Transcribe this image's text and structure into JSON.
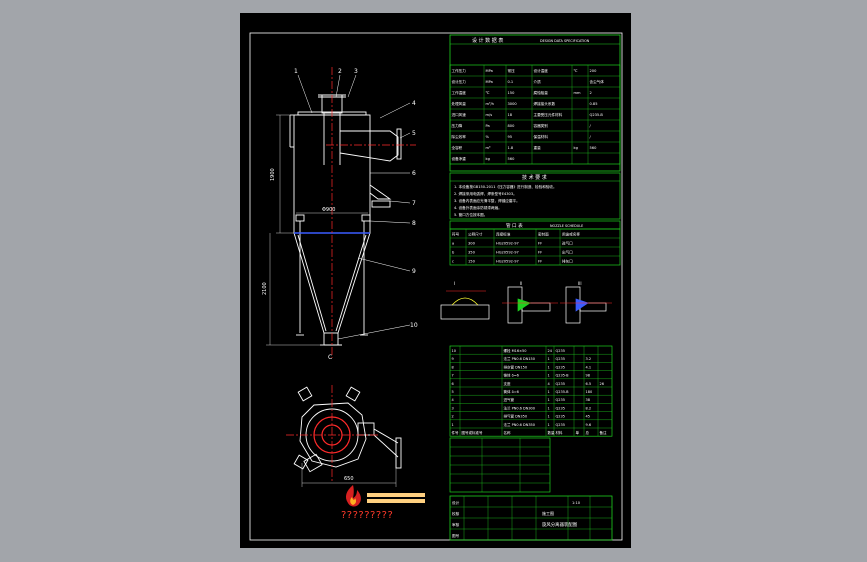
{
  "colors": {
    "background": "#a2a5aa",
    "sheet": "#000000",
    "table_lines": "#1fd11f",
    "drawing_lines": "#ffffff",
    "center_lines": "#ff2a2a",
    "text": "#ffffff",
    "accent_yellow": "#ffff33",
    "dim_lines": "#c8c8c8"
  },
  "drawing": {
    "part_numbers": [
      "1",
      "2",
      "3",
      "4",
      "5",
      "6",
      "7",
      "8",
      "9",
      "10"
    ],
    "section_mark": "C",
    "dims": {
      "dia_body": "Φ900",
      "height_body": "1900",
      "height_cone": "2100",
      "plan_offset": "650"
    }
  },
  "tables": {
    "spec_title": "设 计 数 据 表",
    "spec_title_en": "DESIGN DATA SPECIFICATION",
    "spec_rows": [
      [
        "工作压力",
        "MPa",
        "常压",
        "设计温度",
        "℃",
        "200"
      ],
      [
        "设计压力",
        "MPa",
        "0.1",
        "介质",
        "",
        "含尘气体"
      ],
      [
        "工作温度",
        "℃",
        "150",
        "腐蚀裕量",
        "mm",
        "2"
      ],
      [
        "处理风量",
        "m³/h",
        "3000",
        "焊接接头系数",
        "",
        "0.85"
      ],
      [
        "进口风速",
        "m/s",
        "18",
        "主要受压元件材料",
        "",
        "Q235-B"
      ],
      [
        "压力降",
        "Pa",
        "800",
        "容器类别",
        "",
        "/"
      ],
      [
        "除尘效率",
        "%",
        "95",
        "保温材料",
        "",
        "/"
      ],
      [
        "全容积",
        "m³",
        "1.8",
        "重量",
        "kg",
        "560"
      ],
      [
        "设备净重",
        "kg",
        "560",
        "",
        "",
        ""
      ]
    ],
    "tech_title": "技 术 要 求",
    "tech_notes": [
      "1. 本设备按GB150-2011《压力容器》进行制造、检验和验收。",
      "2. 焊接采用电弧焊，焊条型号E4303。",
      "3. 设备内表面应光滑平整，焊缝应磨平。",
      "4. 设备外表面涂防锈漆两遍。",
      "5. 管口方位按本图。"
    ],
    "nozzle_title": "管 口 表",
    "nozzle_title_en": "NOZZLE SCHEDULE",
    "nozzle_head": [
      "符号",
      "公称尺寸",
      "连接标准",
      "密封面",
      "用途或名称"
    ],
    "nozzle_rows": [
      [
        "a",
        "300",
        "HG20592-97",
        "FF",
        "进气口"
      ],
      [
        "b",
        "350",
        "HG20592-97",
        "FF",
        "出气口"
      ],
      [
        "c",
        "150",
        "HG20592-97",
        "FF",
        "排灰口"
      ]
    ],
    "bom_rows": [
      [
        "10",
        "",
        "螺栓 M16×50",
        "24",
        "Q235",
        "",
        "",
        ""
      ],
      [
        "9",
        "",
        "法兰 PN0.6 DN150",
        "1",
        "Q235",
        "",
        "3.2",
        ""
      ],
      [
        "8",
        "",
        "排灰管 DN150",
        "1",
        "Q235",
        "",
        "4.1",
        ""
      ],
      [
        "7",
        "",
        "锥体 δ=6",
        "1",
        "Q235-B",
        "",
        "98",
        ""
      ],
      [
        "6",
        "",
        "支座",
        "4",
        "Q235",
        "",
        "6.5",
        "26"
      ],
      [
        "5",
        "",
        "筒体 δ=6",
        "1",
        "Q235-B",
        "",
        "180",
        ""
      ],
      [
        "4",
        "",
        "进气管",
        "1",
        "Q235",
        "",
        "38",
        ""
      ],
      [
        "3",
        "",
        "法兰 PN0.6 DN300",
        "1",
        "Q235",
        "",
        "8.2",
        ""
      ],
      [
        "2",
        "",
        "排气管 DN350",
        "1",
        "Q235",
        "",
        "45",
        ""
      ],
      [
        "1",
        "",
        "法兰 PN0.6 DN350",
        "1",
        "Q235",
        "",
        "9.6",
        ""
      ]
    ],
    "bom_head": [
      "件号",
      "图号或标准号",
      "名称",
      "数量",
      "材料",
      "单",
      "总",
      "备注"
    ],
    "title_block": {
      "drawing_name": "旋风分离器装配图",
      "company": "",
      "stage": "施工图",
      "scale": "1:10",
      "label_design": "设计",
      "label_check": "校核",
      "label_approve": "审核",
      "label_drawing_no": "图号"
    }
  },
  "logo": {
    "text": "?????????"
  }
}
